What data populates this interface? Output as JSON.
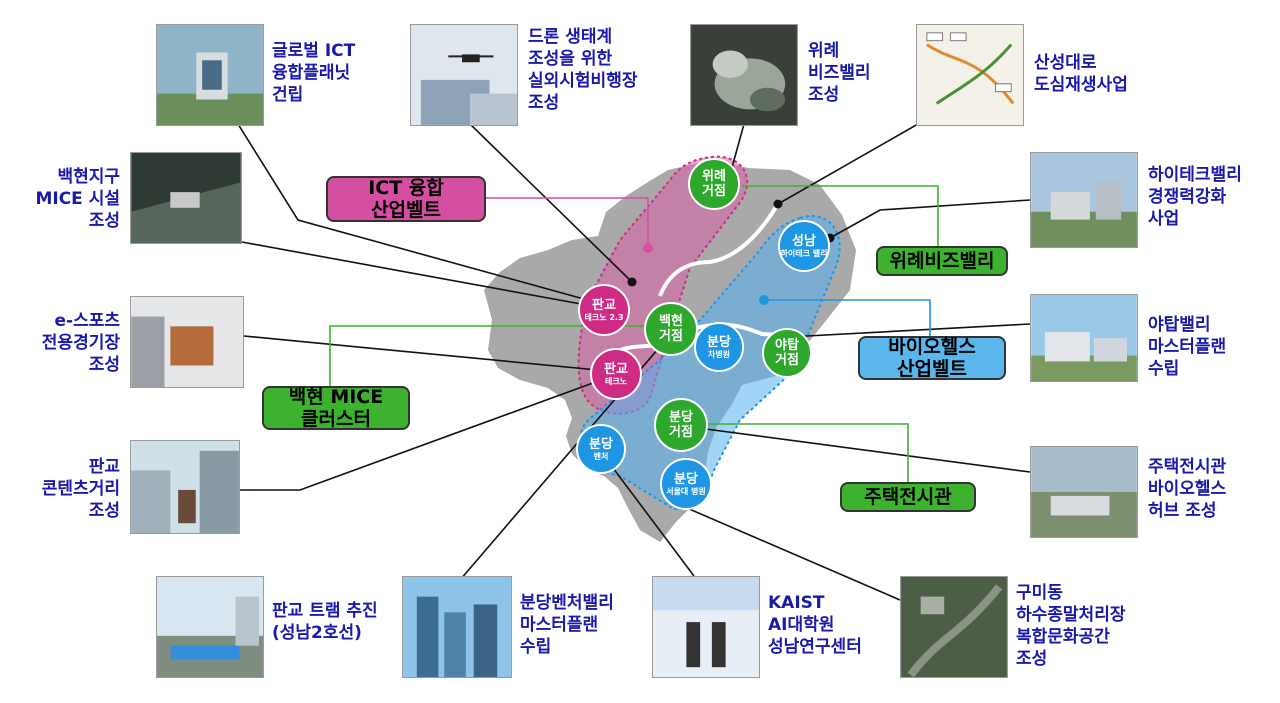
{
  "colors": {
    "pink": "#d44fa2",
    "green": "#3cb22e",
    "blue": "#5bb6ec",
    "label_text": "#1a1aa8",
    "map_gray": "#a9a9a9"
  },
  "projects": {
    "ict_center": [
      "글로벌 ICT",
      "융합플래닛",
      "건립"
    ],
    "drone": [
      "드론 생태계",
      "조성을 위한",
      "실외시험비행장",
      "조성"
    ],
    "wirye_biz": [
      "위례",
      "비즈밸리",
      "조성"
    ],
    "sanseong": [
      "산성대로",
      "도심재생사업"
    ],
    "baekhyeon_mice": [
      "백현지구",
      "MICE 시설",
      "조성"
    ],
    "hitech": [
      "하이테크밸리",
      "경쟁력강화",
      "사업"
    ],
    "esports": [
      "e-스포츠",
      "전용경기장",
      "조성"
    ],
    "yatap": [
      "야탑밸리",
      "마스터플랜",
      "수립"
    ],
    "pangyo_contents": [
      "판교",
      "콘텐츠거리",
      "조성"
    ],
    "housing": [
      "주택전시관",
      "바이오헬스",
      "허브 조성"
    ],
    "tram": [
      "판교 트램 추진",
      "(성남2호선)"
    ],
    "bundang_venture": [
      "분당벤처밸리",
      "마스터플랜",
      "수립"
    ],
    "kaist": [
      "KAIST",
      "AI대학원",
      "성남연구센터"
    ],
    "gumi": [
      "구미동",
      "하수종말처리장",
      "복합문화공간",
      "조성"
    ]
  },
  "tags": {
    "ict_belt": [
      "ICT 융합",
      "산업벨트"
    ],
    "wirye_valley": [
      "위례비즈밸리"
    ],
    "baekhyeon_cluster": [
      "백현 MICE",
      "클러스터"
    ],
    "bio_belt": [
      "바이오헬스",
      "산업벨트"
    ],
    "housing_hall": [
      "주택전시관"
    ]
  },
  "hubs": {
    "wirye": {
      "name": "위례",
      "sub": "거점"
    },
    "seongnam": {
      "name": "성남",
      "sub": "하이테크 밸리"
    },
    "pangyo2": {
      "name": "판교",
      "sub": "테크노 2.3"
    },
    "baekhyeon": {
      "name": "백현",
      "sub": "거점"
    },
    "bundang_cha": {
      "name": "분당",
      "sub": "차병원"
    },
    "yatap": {
      "name": "야탑",
      "sub": "거점"
    },
    "pangyo": {
      "name": "판교",
      "sub": "테크노"
    },
    "bundang_center": {
      "name": "분당",
      "sub": "거점"
    },
    "bundang_venture": {
      "name": "분당",
      "sub": "벤처"
    },
    "bundang_snu": {
      "name": "분당",
      "sub": "서울대 병원"
    }
  }
}
